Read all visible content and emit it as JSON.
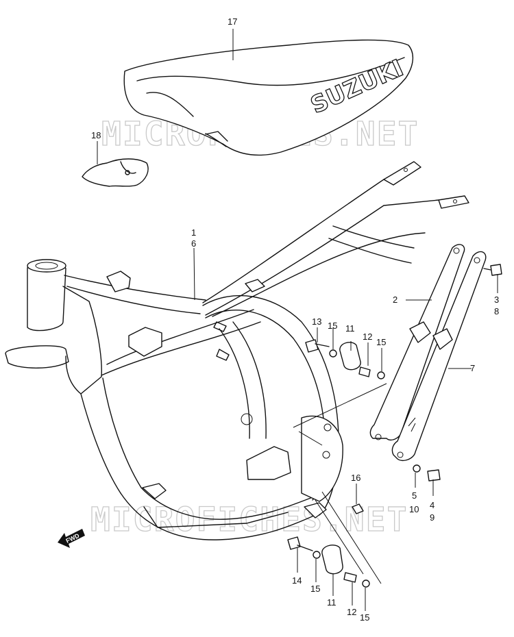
{
  "watermark": "MICROFICHES.NET",
  "seat_brand": "SUZUKI",
  "fwd_label": "FWD",
  "callouts": {
    "c17": "17",
    "c18": "18",
    "c1": "1",
    "c6": "6",
    "c2": "2",
    "c3": "3",
    "c8": "8",
    "c7": "7",
    "c13": "13",
    "c15a": "15",
    "c11a": "11",
    "c12a": "12",
    "c15b": "15",
    "c16": "16",
    "c5": "5",
    "c10": "10",
    "c4": "4",
    "c9": "9",
    "c14": "14",
    "c15c": "15",
    "c11b": "11",
    "c12b": "12",
    "c15d": "15"
  }
}
